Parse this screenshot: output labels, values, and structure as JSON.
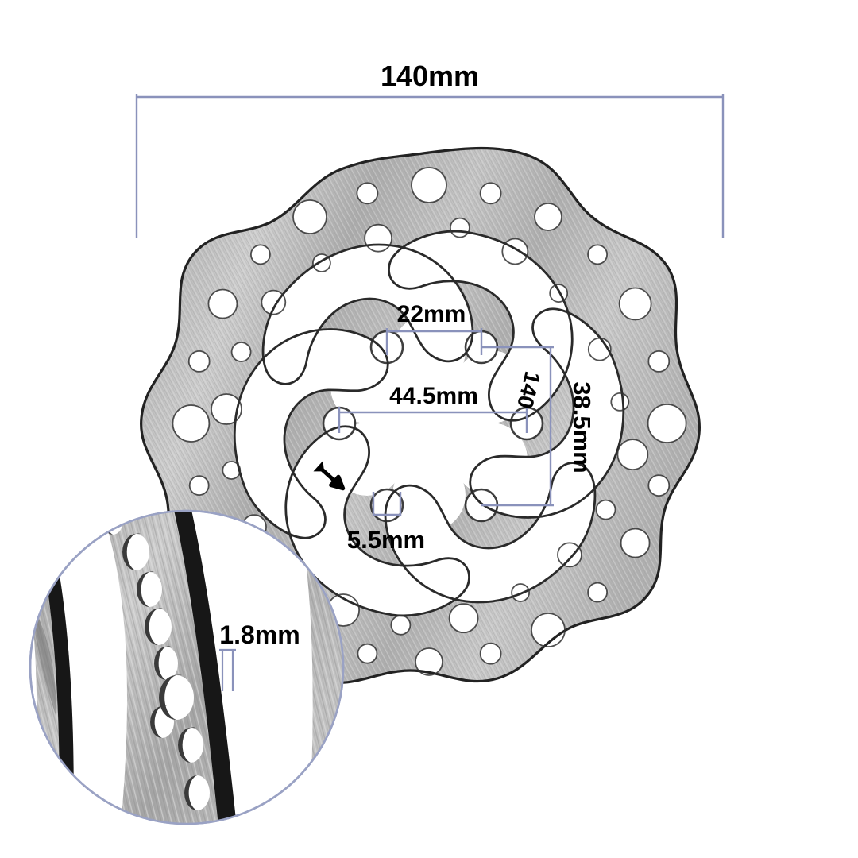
{
  "figure": {
    "title": "Bicycle disc brake rotor technical dimension diagram",
    "background_color": "#ffffff",
    "metal_color": "#b6b6b6",
    "metal_color_light": "#d6d6d6",
    "outline_color": "#1a1a1a",
    "dimension_line_color": "#8a92bb",
    "text_color": "#000000"
  },
  "dimensions": {
    "overall_diameter": {
      "label": "140mm",
      "name": "rotor-outer-diameter",
      "orientation": "horizontal",
      "position": "top"
    },
    "bolt_spacing": {
      "label": "22mm",
      "name": "bolt-hole-spacing",
      "orientation": "horizontal",
      "position": "center-upper"
    },
    "center_bore": {
      "label": "44.5mm",
      "name": "center-bore-diameter",
      "orientation": "horizontal",
      "position": "center"
    },
    "bolt_circle": {
      "label": "140",
      "name": "bolt-circle-angle",
      "orientation": "rotated",
      "position": "center-right"
    },
    "bolt_circle_diameter": {
      "label": "38.5mm",
      "name": "bolt-circle-diameter",
      "orientation": "vertical",
      "position": "right-of-center"
    },
    "bolt_hole": {
      "label": "5.5mm",
      "name": "bolt-hole-diameter",
      "orientation": "horizontal",
      "position": "center-lower"
    },
    "thickness": {
      "label": "1.8mm",
      "name": "rotor-thickness",
      "orientation": "horizontal",
      "position": "inset-detail"
    }
  },
  "icons": {
    "rotation_arrow": "rotation-direction-arrow"
  },
  "inset": {
    "name": "magnified-edge-detail",
    "shape": "circle",
    "shows": "rotor edge thickness and cooling holes"
  },
  "rotor": {
    "bolt_hole_count": 6,
    "slot_count": 6,
    "hub_lobe_count": 6,
    "outer_edge": "wavy-scalloped",
    "surface": "brushed-stainless-steel"
  }
}
